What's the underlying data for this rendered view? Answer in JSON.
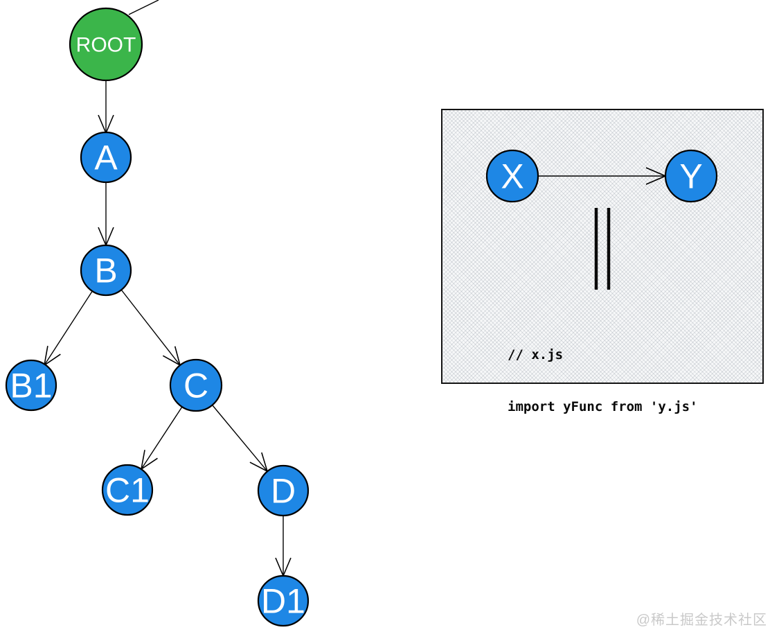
{
  "colors": {
    "root_green": "#3bb54a",
    "node_blue": "#1e87e5",
    "edge_black": "#000000",
    "panel_bg": "#f7f8f9",
    "watermark_gray": "#c9c9c9"
  },
  "tree": {
    "nodes": [
      {
        "id": "ROOT",
        "label": "ROOT"
      },
      {
        "id": "A",
        "label": "A"
      },
      {
        "id": "B",
        "label": "B"
      },
      {
        "id": "B1",
        "label": "B1"
      },
      {
        "id": "C",
        "label": "C"
      },
      {
        "id": "C1",
        "label": "C1"
      },
      {
        "id": "D",
        "label": "D"
      },
      {
        "id": "D1",
        "label": "D1"
      }
    ],
    "edges": [
      {
        "from": "ROOT",
        "to": "A"
      },
      {
        "from": "A",
        "to": "B"
      },
      {
        "from": "B",
        "to": "B1"
      },
      {
        "from": "B",
        "to": "C"
      },
      {
        "from": "C",
        "to": "C1"
      },
      {
        "from": "C",
        "to": "D"
      },
      {
        "from": "D",
        "to": "D1"
      }
    ]
  },
  "panel": {
    "nodes": [
      {
        "id": "X",
        "label": "X"
      },
      {
        "id": "Y",
        "label": "Y"
      }
    ],
    "edges": [
      {
        "from": "X",
        "to": "Y"
      }
    ],
    "equivalence_symbol": "parallel-bars",
    "code": {
      "line1": "// x.js",
      "line2": "import yFunc from 'y.js'"
    }
  },
  "watermark": "@稀土掘金技术社区"
}
